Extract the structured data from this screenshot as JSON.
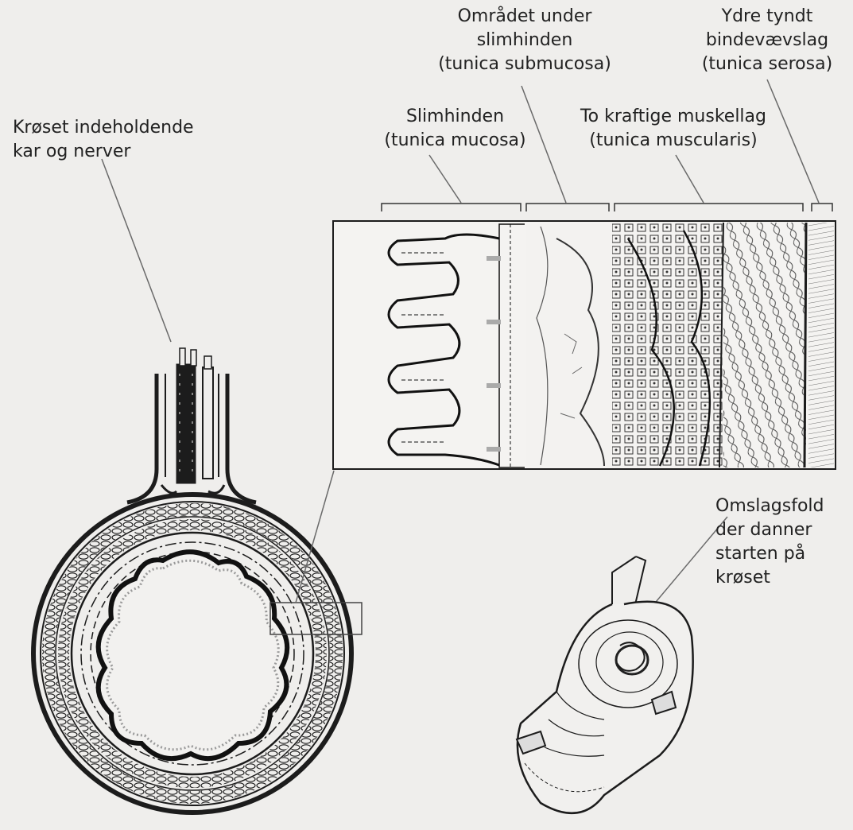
{
  "labels": {
    "mesentery": [
      "Krøset indeholdende",
      "kar og nerver"
    ],
    "submucosa": [
      "Området under",
      "slimhinden",
      "(tunica submucosa)"
    ],
    "serosa": [
      "Ydre tyndt",
      "bindevævslag",
      "(tunica serosa)"
    ],
    "mucosa": [
      "Slimhinden",
      "(tunica mucosa)"
    ],
    "muscularis": [
      "To kraftige muskellag",
      "(tunica muscularis)"
    ],
    "fold": [
      "Omslagsfold",
      "der danner",
      "starten på",
      "krøset"
    ]
  },
  "colors": {
    "paper": "#efeeec",
    "ink": "#1c1c1c",
    "leader": "#6a6a6a"
  }
}
